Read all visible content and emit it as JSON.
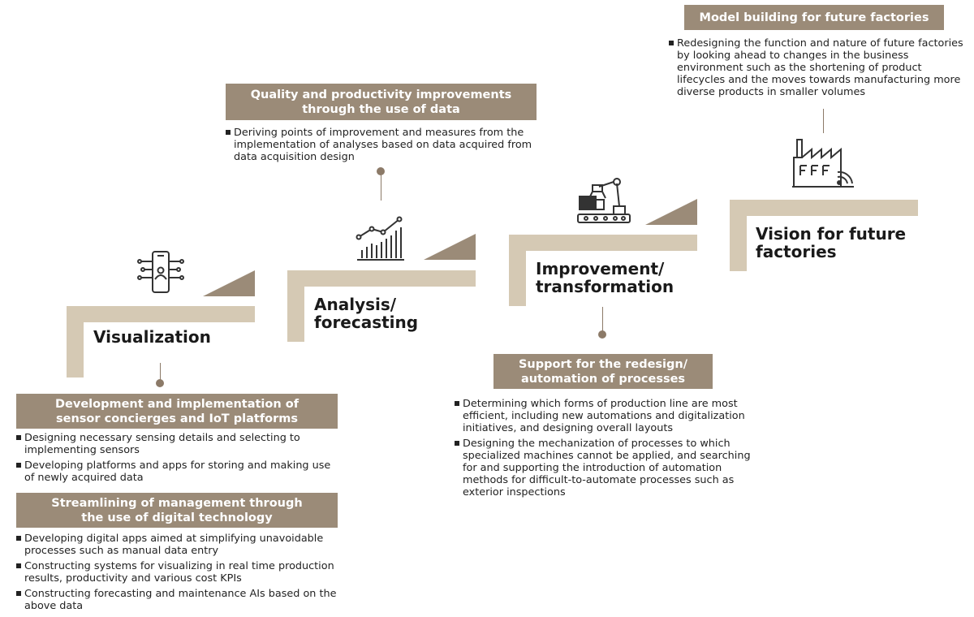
{
  "colors": {
    "step_bar": "#d5c9b4",
    "step_triangle": "#9b8b78",
    "header_bg": "#9b8b78",
    "connector": "#8c7a68",
    "text": "#222222"
  },
  "steps": [
    {
      "title": "Visualization",
      "icon": "smartphone-network-icon",
      "sections": [
        {
          "header": "Development and implementation of sensor concierges and IoT platforms",
          "bullets": [
            "Designing necessary sensing details and selecting to implementing sensors",
            "Developing platforms and apps for storing and making use of newly acquired data"
          ]
        },
        {
          "header": "Streamlining of management through the use of digital technology",
          "bullets": [
            "Developing digital apps aimed at simplifying unavoidable processes such as manual data entry",
            "Constructing systems for visualizing in real time production results, productivity and various cost KPIs",
            "Constructing forecasting and maintenance AIs based on the above data"
          ]
        }
      ]
    },
    {
      "title": "Analysis/ forecasting",
      "icon": "rising-bar-chart-icon",
      "sections": [
        {
          "header": "Quality and productivity improvements through the use of data",
          "bullets": [
            "Deriving points of improvement and measures from the implementation of analyses based on data acquired from data acquisition design"
          ]
        }
      ]
    },
    {
      "title": "Improvement/ transformation",
      "icon": "robot-arm-icon",
      "sections": [
        {
          "header": "Support for the redesign/ automation of processes",
          "bullets": [
            "Determining which forms of production line are most efficient, including new automations and digitalization initiatives, and designing overall layouts",
            "Designing the mechanization of processes to which specialized machines cannot be applied, and searching for and supporting the introduction of automation methods for difficult-to-automate processes such as exterior inspections"
          ]
        }
      ]
    },
    {
      "title": "Vision for future factories",
      "icon": "smart-factory-icon",
      "sections": [
        {
          "header": "Model building for future factories",
          "bullets": [
            "Redesigning the function and nature of future factories by looking ahead to changes in the business environment such as the shortening of product lifecycles and the moves towards manufacturing more diverse products in smaller volumes"
          ]
        }
      ]
    }
  ]
}
